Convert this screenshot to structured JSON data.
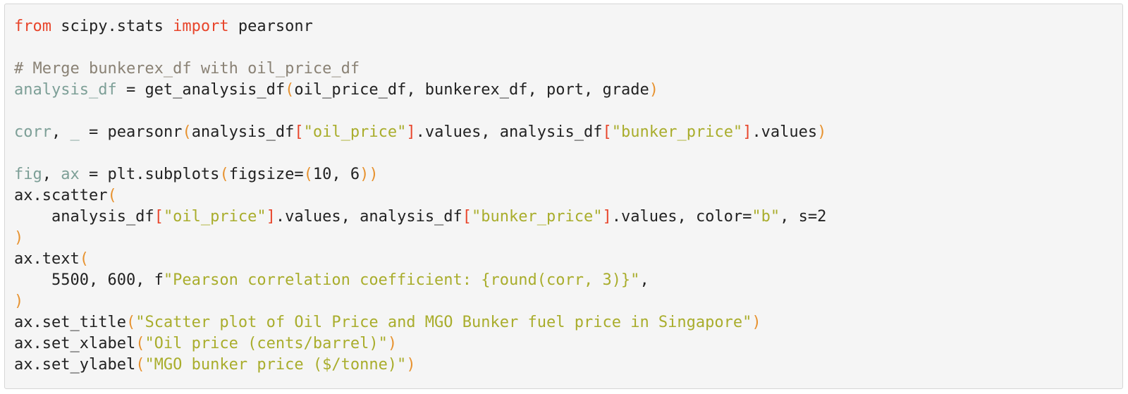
{
  "colors": {
    "background": "#f5f5f5",
    "border": "#d6d6d6",
    "default": "#222222",
    "keyword": "#e8452b",
    "comment": "#8a8275",
    "variable": "#7d9f97",
    "string": "#a9ad2c",
    "paren": "#e7922f",
    "bracket": "#e8452b"
  },
  "code": {
    "lines": [
      [
        [
          "keyword",
          "from"
        ],
        [
          "default",
          " scipy.stats "
        ],
        [
          "keyword",
          "import"
        ],
        [
          "default",
          " pearsonr"
        ]
      ],
      [],
      [
        [
          "comment",
          "# Merge bunkerex_df with oil_price_df"
        ]
      ],
      [
        [
          "variable",
          "analysis_df"
        ],
        [
          "default",
          " = get_analysis_df"
        ],
        [
          "paren",
          "("
        ],
        [
          "default",
          "oil_price_df, bunkerex_df, port, grade"
        ],
        [
          "paren",
          ")"
        ]
      ],
      [],
      [
        [
          "variable",
          "corr"
        ],
        [
          "default",
          ", "
        ],
        [
          "variable",
          "_"
        ],
        [
          "default",
          " = pearsonr"
        ],
        [
          "paren",
          "("
        ],
        [
          "default",
          "analysis_df"
        ],
        [
          "bracket",
          "["
        ],
        [
          "string",
          "\"oil_price\""
        ],
        [
          "bracket",
          "]"
        ],
        [
          "default",
          ".values, analysis_df"
        ],
        [
          "bracket",
          "["
        ],
        [
          "string",
          "\"bunker_price\""
        ],
        [
          "bracket",
          "]"
        ],
        [
          "default",
          ".values"
        ],
        [
          "paren",
          ")"
        ]
      ],
      [],
      [
        [
          "variable",
          "fig"
        ],
        [
          "default",
          ", "
        ],
        [
          "variable",
          "ax"
        ],
        [
          "default",
          " = plt.subplots"
        ],
        [
          "paren",
          "("
        ],
        [
          "default",
          "figsize="
        ],
        [
          "paren",
          "("
        ],
        [
          "default",
          "10, 6"
        ],
        [
          "paren",
          "))"
        ]
      ],
      [
        [
          "default",
          "ax.scatter"
        ],
        [
          "paren",
          "("
        ]
      ],
      [
        [
          "default",
          "    analysis_df"
        ],
        [
          "bracket",
          "["
        ],
        [
          "string",
          "\"oil_price\""
        ],
        [
          "bracket",
          "]"
        ],
        [
          "default",
          ".values, analysis_df"
        ],
        [
          "bracket",
          "["
        ],
        [
          "string",
          "\"bunker_price\""
        ],
        [
          "bracket",
          "]"
        ],
        [
          "default",
          ".values, color="
        ],
        [
          "string",
          "\"b\""
        ],
        [
          "default",
          ", s=2"
        ]
      ],
      [
        [
          "paren",
          ")"
        ]
      ],
      [
        [
          "default",
          "ax.text"
        ],
        [
          "paren",
          "("
        ]
      ],
      [
        [
          "default",
          "    5500, 600, f"
        ],
        [
          "string",
          "\"Pearson correlation coefficient: {round(corr, 3)}\""
        ],
        [
          "default",
          ","
        ]
      ],
      [
        [
          "paren",
          ")"
        ]
      ],
      [
        [
          "default",
          "ax.set_title"
        ],
        [
          "paren",
          "("
        ],
        [
          "string",
          "\"Scatter plot of Oil Price and MGO Bunker fuel price in Singapore\""
        ],
        [
          "paren",
          ")"
        ]
      ],
      [
        [
          "default",
          "ax.set_xlabel"
        ],
        [
          "paren",
          "("
        ],
        [
          "string",
          "\"Oil price (cents/barrel)\""
        ],
        [
          "paren",
          ")"
        ]
      ],
      [
        [
          "default",
          "ax.set_ylabel"
        ],
        [
          "paren",
          "("
        ],
        [
          "string",
          "\"MGO bunker price ($/tonne)\""
        ],
        [
          "paren",
          ")"
        ]
      ]
    ]
  }
}
